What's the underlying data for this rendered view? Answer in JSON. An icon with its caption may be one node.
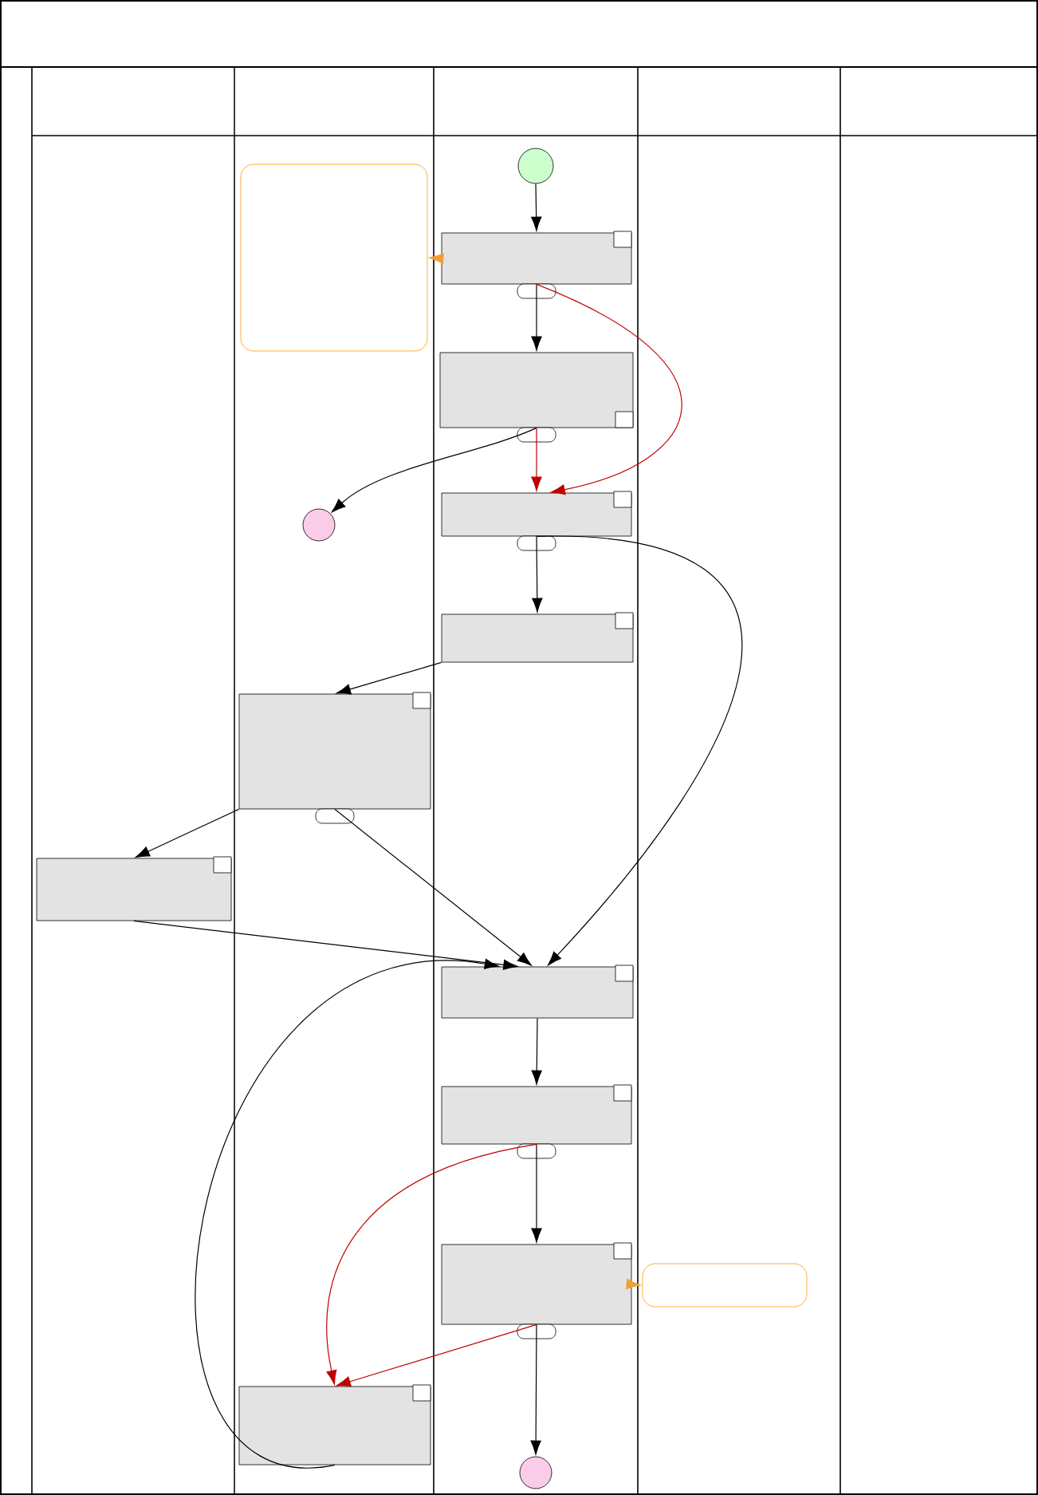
{
  "diagram": {
    "nodes": [
      {
        "text": [],
        "shape": "circle"
      },
      {
        "text": [],
        "shape": "box"
      },
      {
        "text": [],
        "shape": "box"
      },
      {
        "text": [],
        "shape": "box"
      },
      {
        "text": [],
        "shape": "circle"
      },
      {
        "text": [],
        "shape": "box"
      },
      {
        "text": [],
        "shape": "box"
      },
      {
        "text": [],
        "shape": "box"
      },
      {
        "text": [],
        "shape": "box"
      },
      {
        "text": [],
        "shape": "box"
      },
      {
        "text": [],
        "shape": "box"
      },
      {
        "text": [],
        "shape": "box"
      },
      {
        "text": [],
        "shape": "box"
      },
      {
        "text": [],
        "shape": "box"
      },
      {
        "text": [],
        "shape": "circle"
      }
    ],
    "edges": [
      {
        "from": 0,
        "to": 2,
        "arrow": "to"
      },
      {
        "from": 2,
        "to": 1,
        "arrow": "to",
        "style": "dashed",
        "color": "#f0a030"
      },
      {
        "from": 2,
        "to": 3,
        "arrow": "to"
      },
      {
        "from": 2,
        "to": 5,
        "arrow": "to",
        "color": "#c00000"
      },
      {
        "from": 3,
        "to": 4,
        "arrow": "to"
      },
      {
        "from": 3,
        "to": 5,
        "arrow": "to",
        "color": "#c00000"
      },
      {
        "from": 5,
        "to": 6,
        "arrow": "to"
      },
      {
        "from": 5,
        "to": 9,
        "arrow": "to"
      },
      {
        "from": 6,
        "to": 7,
        "arrow": "to"
      },
      {
        "from": 7,
        "to": 8,
        "arrow": "to"
      },
      {
        "from": 7,
        "to": 9,
        "arrow": "to"
      },
      {
        "from": 8,
        "to": 9,
        "arrow": "to"
      },
      {
        "from": 13,
        "to": 9,
        "arrow": "to"
      },
      {
        "from": 9,
        "to": 10,
        "arrow": "to"
      },
      {
        "from": 10,
        "to": 11,
        "arrow": "to"
      },
      {
        "from": 10,
        "to": 13,
        "arrow": "to",
        "color": "#c00000"
      },
      {
        "from": 11,
        "to": 13,
        "arrow": "to",
        "color": "#c00000"
      },
      {
        "from": 11,
        "to": 12,
        "arrow": "to",
        "style": "dashed",
        "color": "#f0a030"
      },
      {
        "from": 11,
        "to": 14,
        "arrow": "to"
      }
    ]
  }
}
